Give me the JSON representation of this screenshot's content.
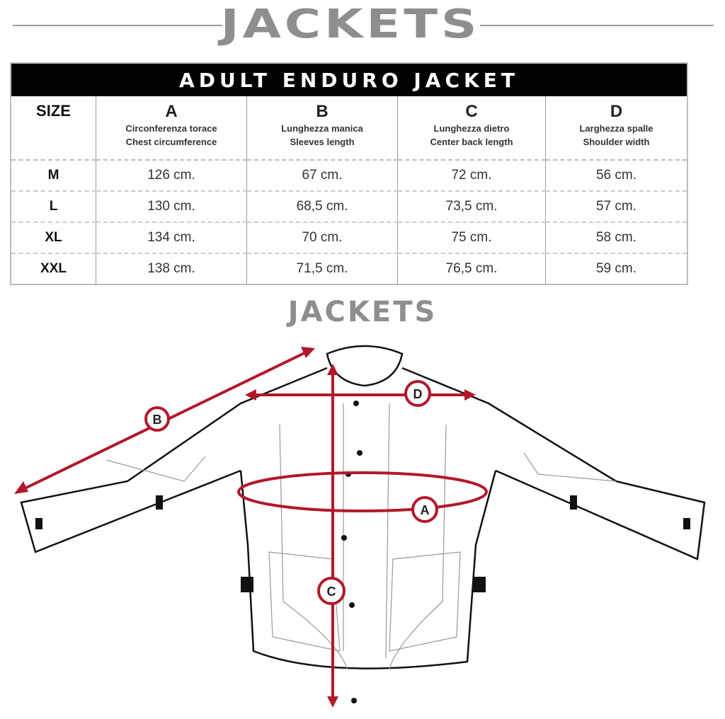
{
  "header": {
    "title": "JACKETS"
  },
  "table": {
    "caption": "ADULT ENDURO JACKET",
    "size_label": "SIZE",
    "columns": [
      {
        "letter": "A",
        "it": "Circonferenza torace",
        "en": "Chest circumference"
      },
      {
        "letter": "B",
        "it": "Lunghezza manica",
        "en": "Sleeves length"
      },
      {
        "letter": "C",
        "it": "Lunghezza dietro",
        "en": "Center back length"
      },
      {
        "letter": "D",
        "it": "Larghezza spalle",
        "en": "Shoulder width"
      }
    ],
    "rows": [
      {
        "size": "M",
        "values": [
          "126 cm.",
          "67 cm.",
          "72 cm.",
          "56 cm."
        ]
      },
      {
        "size": "L",
        "values": [
          "130 cm.",
          "68,5 cm.",
          "73,5 cm.",
          "57 cm."
        ]
      },
      {
        "size": "XL",
        "values": [
          "134 cm.",
          "70 cm.",
          "75 cm.",
          "58 cm."
        ]
      },
      {
        "size": "XXL",
        "values": [
          "138 cm.",
          "71,5 cm.",
          "76,5 cm.",
          "59 cm."
        ]
      }
    ]
  },
  "diagram": {
    "title": "JACKETS",
    "markers": {
      "a": "A",
      "b": "B",
      "c": "C",
      "d": "D"
    },
    "accent_color": "#b2182b"
  }
}
